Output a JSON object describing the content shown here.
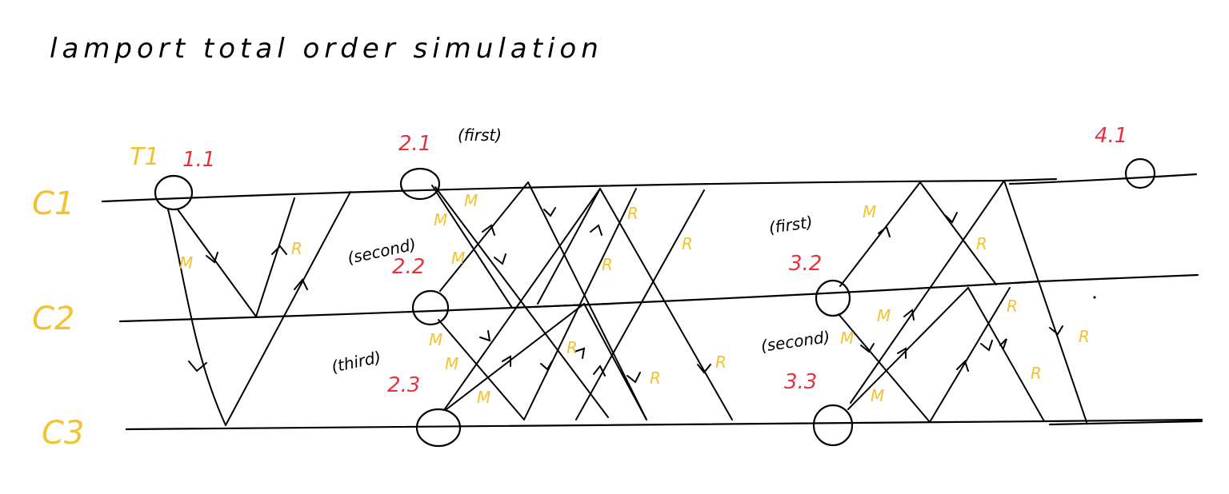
{
  "title": "lamport total order simulation",
  "processes": [
    "C1",
    "C2",
    "C3"
  ],
  "transaction": "T1",
  "timestamps": [
    "1.1",
    "2.1",
    "2.2",
    "2.3",
    "3.2",
    "3.3",
    "4.1"
  ],
  "notes": [
    "(first)",
    "(second)",
    "(third)",
    "(first)",
    "(second)"
  ],
  "msg_label": "M",
  "reply_label": "R",
  "colors": {
    "ink": "#000000",
    "label": "#f2c230",
    "timestamp": "#e8313f"
  }
}
